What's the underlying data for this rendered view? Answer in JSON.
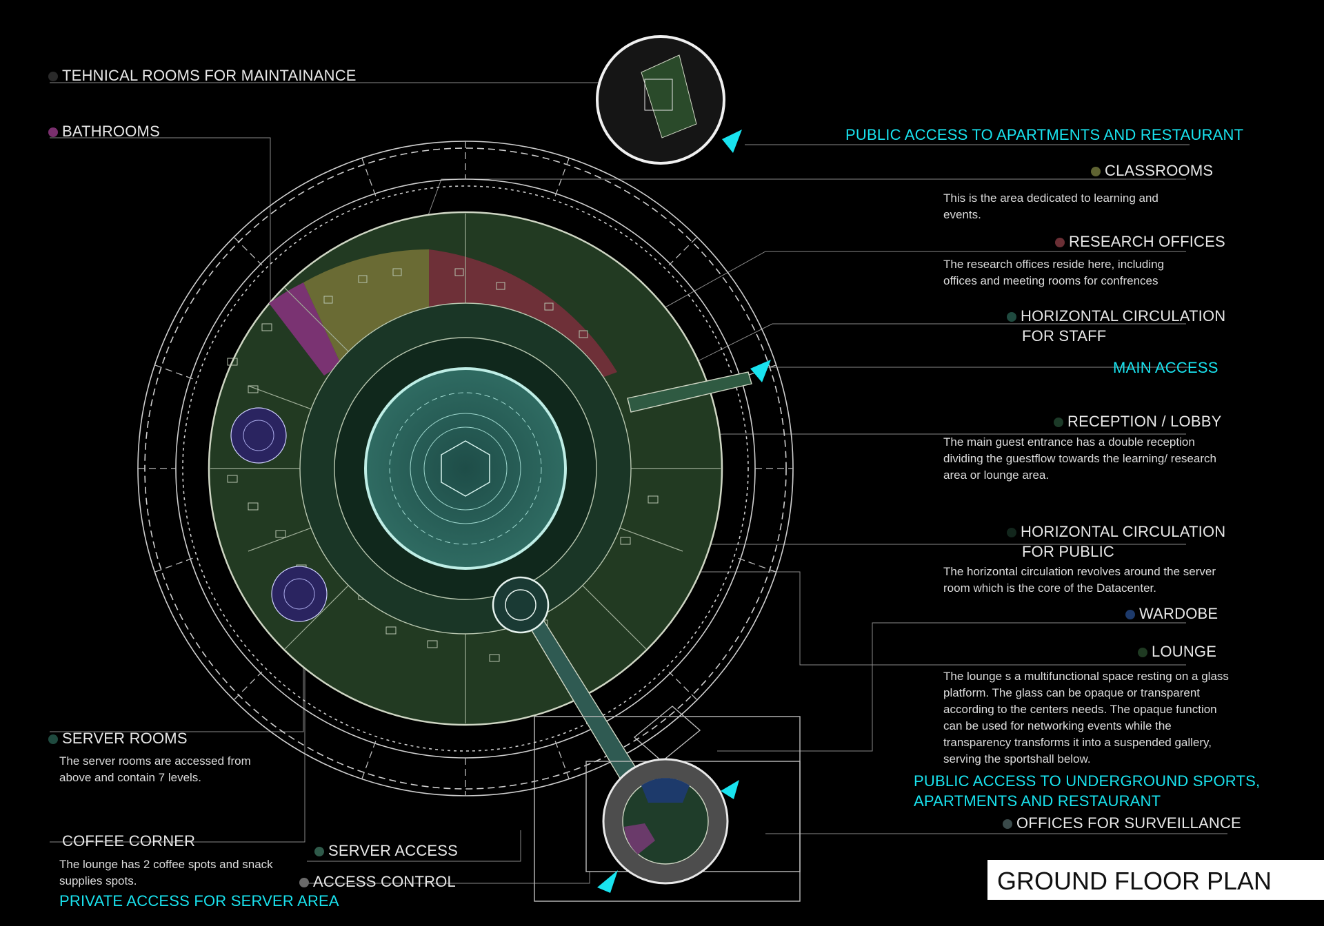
{
  "title": "GROUND FLOOR PLAN",
  "labels": {
    "technical": "TEHNICAL ROOMS FOR MAINTAINANCE",
    "bathrooms": "BATHROOMS",
    "public_access_apartments": "PUBLIC ACCESS TO APARTMENTS AND RESTAURANT",
    "classrooms": "CLASSROOMS",
    "classrooms_desc": "This is the area dedicated to learning and events.",
    "research": "RESEARCH OFFICES",
    "research_desc": "The research offices reside here, including offices and meeting rooms for confrences",
    "hcirc_staff_1": "HORIZONTAL CIRCULATION",
    "hcirc_staff_2": "FOR STAFF",
    "main_access": "MAIN ACCESS",
    "reception": "RECEPTION / LOBBY",
    "reception_desc": "The main guest entrance has a double reception dividing the guestflow towards the learning/ research area or lounge area.",
    "hcirc_public_1": "HORIZONTAL CIRCULATION",
    "hcirc_public_2": "FOR PUBLIC",
    "hcirc_public_desc": "The horizontal circulation revolves around the server room which is the core of the Datacenter.",
    "wardobe": "WARDOBE",
    "lounge": "LOUNGE",
    "lounge_desc": "The lounge s a multifunctional space resting on a glass platform. The glass can be opaque or transparent according to the centers needs. The opaque function can be used for networking events while the transparency transforms it into a suspended gallery, serving the sportshall below.",
    "public_access_underground_1": "PUBLIC ACCESS TO UNDERGROUND SPORTS,",
    "public_access_underground_2": "APARTMENTS AND RESTAURANT",
    "surveillance": "OFFICES FOR SURVEILLANCE",
    "server_rooms": "SERVER ROOMS",
    "server_rooms_desc": "The server rooms are accessed from above and contain 7 levels.",
    "coffee": "COFFEE CORNER",
    "coffee_desc": "The lounge has 2 coffee spots and snack supplies spots.",
    "private_access": "PRIVATE ACCESS FOR SERVER AREA",
    "server_access": "SERVER ACCESS",
    "access_control": "ACCESS CONTROL"
  },
  "colors": {
    "technical": "#2a2a2a",
    "bathrooms": "#7a2f6e",
    "classrooms": "#5f6332",
    "research": "#6b2f35",
    "hcirc_staff": "#1f4a3f",
    "reception": "#1c3a28",
    "hcirc_public": "#12261c",
    "wardobe": "#1d3a6b",
    "lounge": "#1f3a22",
    "surveillance": "#3a4a4a",
    "server_rooms": "#1f4a3f",
    "server_access": "#2f5a4a",
    "access_control": "#6a6a6a",
    "cyan": "#19e3ef"
  }
}
